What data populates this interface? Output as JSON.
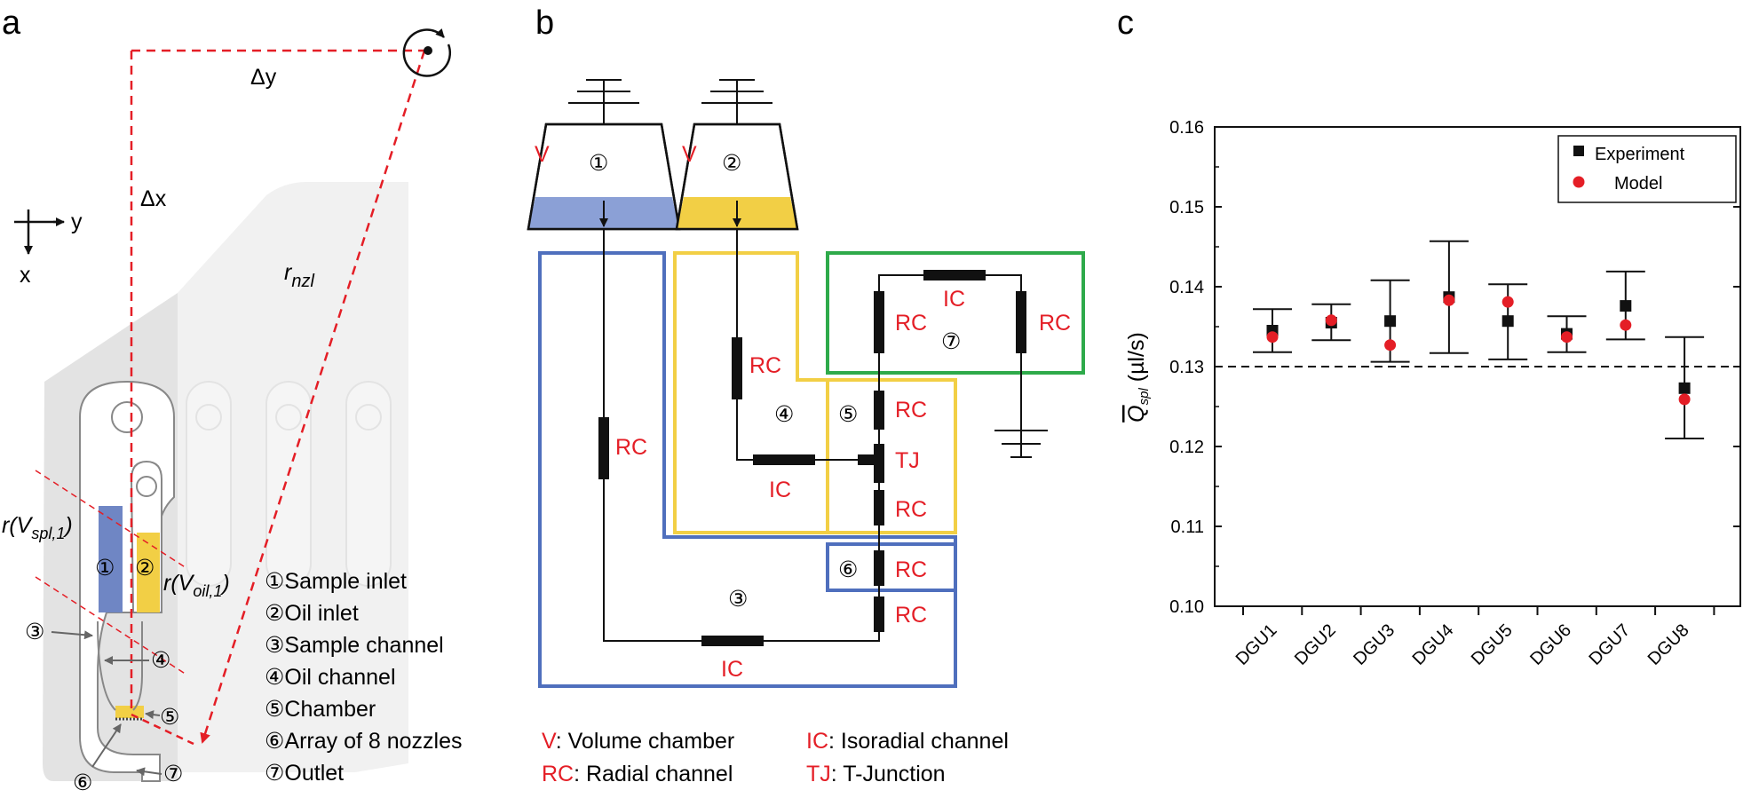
{
  "panels": {
    "a": "a",
    "b": "b",
    "c": "c"
  },
  "panel_a": {
    "delta_y": "Δy",
    "delta_x": "Δx",
    "axis_y": "y",
    "axis_x": "x",
    "r_nzl": "r",
    "r_nzl_sub": "nzl",
    "r_vspl_pre": "r(V",
    "r_vspl_sub": "spl,1",
    "r_voil_pre": "r(V",
    "r_voil_sub": "oil,1",
    "close_paren": ")",
    "legend": [
      {
        "num": "①",
        "text": "Sample inlet"
      },
      {
        "num": "②",
        "text": "Oil inlet"
      },
      {
        "num": "③",
        "text": "Sample channel"
      },
      {
        "num": "④",
        "text": "Oil channel"
      },
      {
        "num": "⑤",
        "text": "Chamber"
      },
      {
        "num": "⑥",
        "text": "Array of 8 nozzles"
      },
      {
        "num": "⑦",
        "text": "Outlet"
      }
    ],
    "callouts": [
      "①",
      "②",
      "③",
      "④",
      "⑤",
      "⑥",
      "⑦"
    ],
    "colors": {
      "sample": "#6f86c4",
      "oil": "#f2cf45",
      "arrow": "#e41e26"
    }
  },
  "panel_b": {
    "v1": "V",
    "v2": "V",
    "n1": "①",
    "n2": "②",
    "n3": "③",
    "n4": "④",
    "n5": "⑤",
    "n6": "⑥",
    "n7": "⑦",
    "rc": "RC",
    "ic": "IC",
    "tj": "TJ",
    "legend": [
      {
        "key": "V",
        "text": ": Volume chamber"
      },
      {
        "key": "IC",
        "text": ": Isoradial channel"
      },
      {
        "key": "RC",
        "text": ": Radial channel"
      },
      {
        "key": "TJ",
        "text": ": T-Junction"
      }
    ],
    "colors": {
      "blue": "#4f6fbd",
      "yellow": "#f2cf45",
      "green": "#2eaa4a",
      "red": "#e41e26"
    }
  },
  "chart_data": {
    "type": "scatter",
    "ylabel_q": "Q",
    "ylabel_sub": "spl",
    "ylabel_unit": " (µl/s)",
    "categories": [
      "DGU1",
      "DGU2",
      "DGU3",
      "DGU4",
      "DGU5",
      "DGU6",
      "DGU7",
      "DGU8"
    ],
    "ylim": [
      0.1,
      0.16
    ],
    "yticks": [
      "0.10",
      "0.11",
      "0.12",
      "0.13",
      "0.14",
      "0.15",
      "0.16"
    ],
    "reference_line": 0.13,
    "series": [
      {
        "name": "Experiment",
        "marker": "square",
        "color": "#111111",
        "values": [
          0.1345,
          0.1355,
          0.1357,
          0.1387,
          0.1357,
          0.1341,
          0.1376,
          0.1273
        ],
        "err_low": [
          0.1318,
          0.1333,
          0.1306,
          0.1317,
          0.1309,
          0.1318,
          0.1334,
          0.121
        ],
        "err_high": [
          0.1372,
          0.1378,
          0.1408,
          0.1457,
          0.1403,
          0.1363,
          0.1419,
          0.1337
        ]
      },
      {
        "name": "Model",
        "marker": "circle",
        "color": "#e41e26",
        "values": [
          0.1337,
          0.1358,
          0.1327,
          0.1383,
          0.1381,
          0.1337,
          0.1352,
          0.1259
        ]
      }
    ],
    "legend_position": "top-right"
  }
}
